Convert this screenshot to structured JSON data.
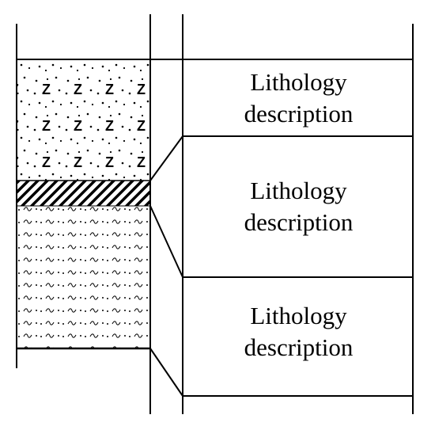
{
  "strata": [
    {
      "pattern": "tuffaceous-sandstone",
      "symbol": "Z"
    },
    {
      "pattern": "diagonal-hatch"
    },
    {
      "pattern": "silty-wavy"
    }
  ],
  "descriptions": [
    {
      "line1": "Lithology",
      "line2": "description"
    },
    {
      "line1": "Lithology",
      "line2": "description"
    },
    {
      "line1": "Lithology",
      "line2": "description"
    }
  ],
  "colors": {
    "line": "#000000",
    "background": "#ffffff"
  }
}
